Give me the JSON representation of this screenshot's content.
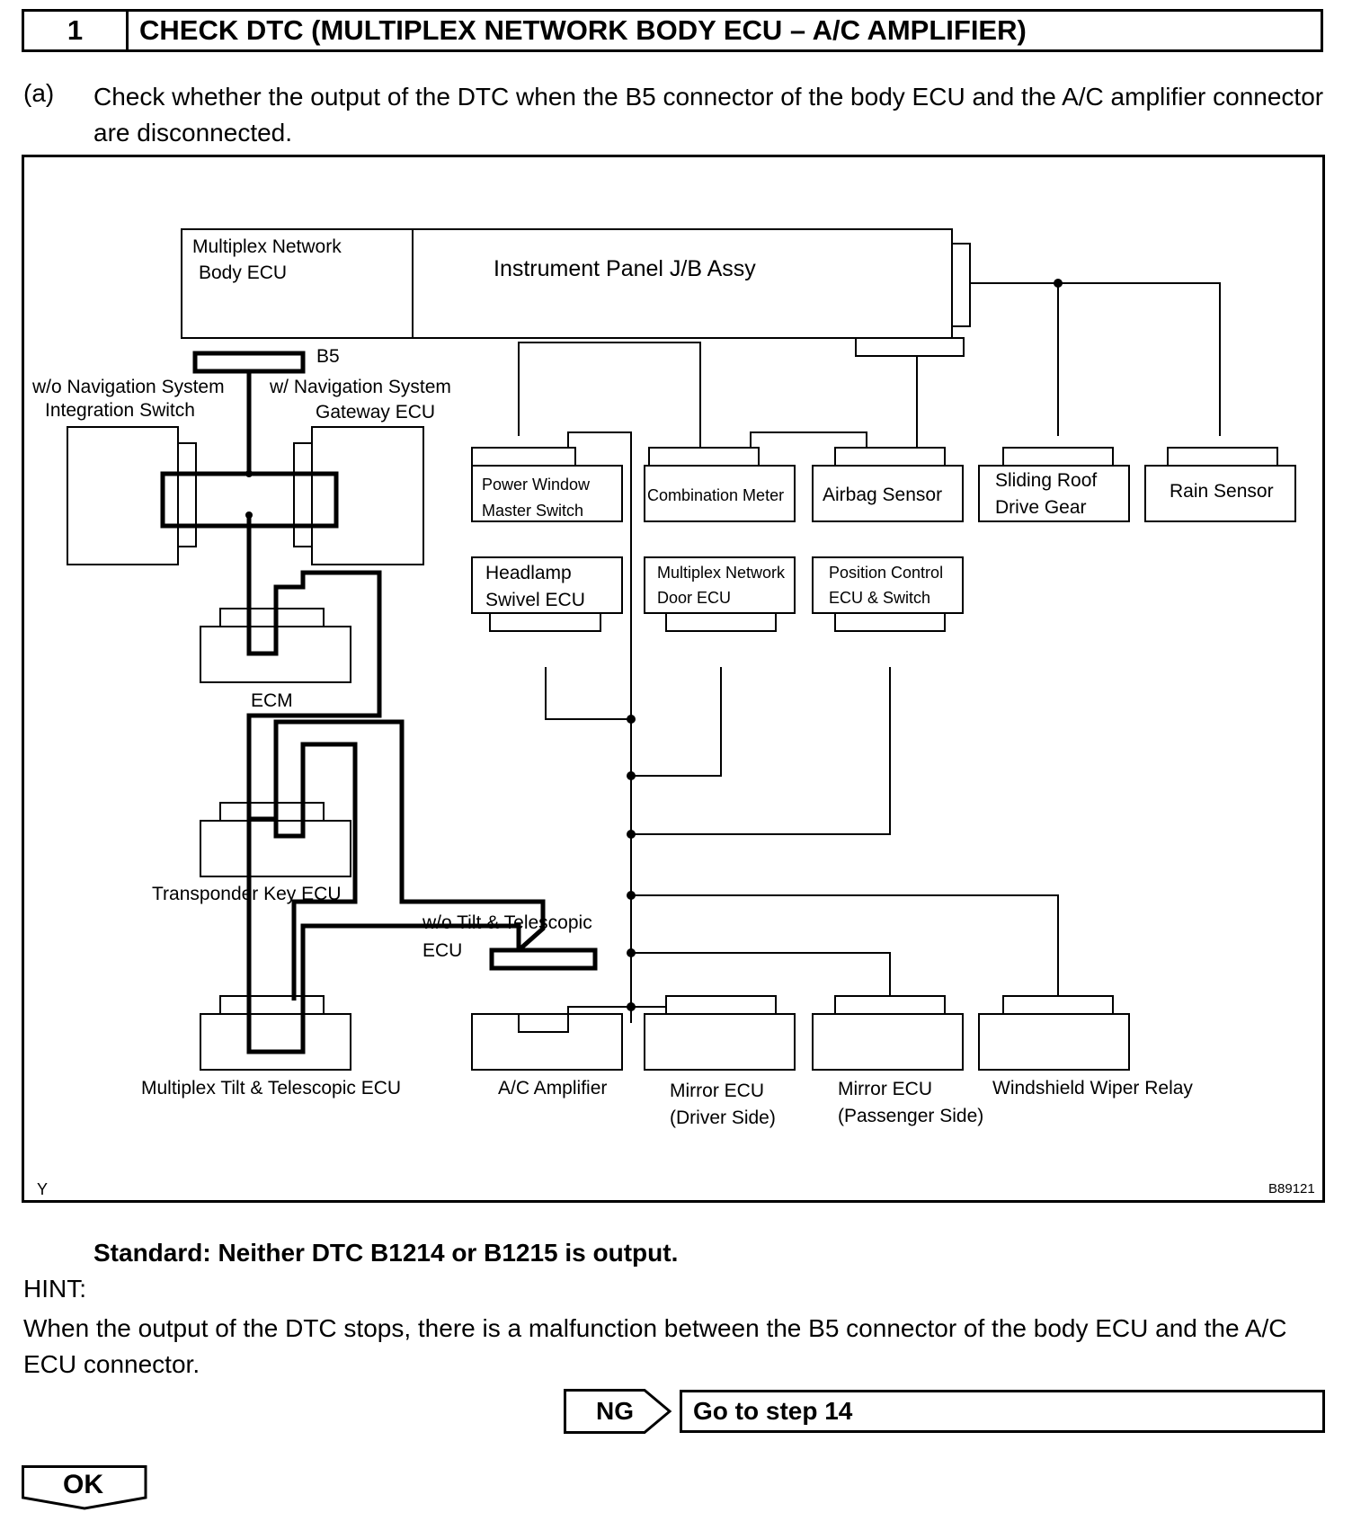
{
  "header": {
    "step_number": "1",
    "title": "CHECK DTC (MULTIPLEX NETWORK BODY ECU – A/C AMPLIFIER)"
  },
  "instruction": {
    "label": "(a)",
    "text": "Check whether the output of the DTC when the B5 connector of the body ECU and the A/C amplifier connector are disconnected."
  },
  "diagram": {
    "body_ecu": [
      "Multiplex Network",
      "Body ECU"
    ],
    "jb_assy": "Instrument Panel J/B Assy",
    "b5": "B5",
    "wo_nav": [
      "w/o Navigation System",
      "Integration Switch"
    ],
    "w_nav": [
      "w/ Navigation System",
      "Gateway ECU"
    ],
    "power_window": [
      "Power Window",
      "Master Switch"
    ],
    "combination_meter": "Combination Meter",
    "airbag_sensor": "Airbag Sensor",
    "sliding_roof": [
      "Sliding Roof",
      "Drive Gear"
    ],
    "rain_sensor": "Rain Sensor",
    "headlamp": [
      "Headlamp",
      "Swivel ECU"
    ],
    "door_ecu": [
      "Multiplex Network",
      "Door ECU"
    ],
    "position_control": [
      "Position Control",
      "ECU & Switch"
    ],
    "ecm": "ECM",
    "transponder": "Transponder Key ECU",
    "wo_tilt": [
      "w/o  Tilt  &  Telescopic",
      "ECU"
    ],
    "tilt_telescopic": "Multiplex Tilt & Telescopic ECU",
    "ac_amplifier": "A/C Amplifier",
    "mirror_driver": [
      "Mirror ECU",
      "(Driver Side)"
    ],
    "mirror_passenger": [
      "Mirror ECU",
      "(Passenger Side)"
    ],
    "wiper_relay": "Windshield Wiper Relay",
    "corner_left": "Y",
    "figure_code": "B89121"
  },
  "standard": "Standard: Neither DTC B1214 or B1215 is output.",
  "hint": {
    "label": "HINT:",
    "text": "When the output of the DTC stops, there is a malfunction between the B5 connector of the body ECU and the A/C ECU connector."
  },
  "ng_label": "NG",
  "ng_action": "Go to step 14",
  "ok_label": "OK"
}
